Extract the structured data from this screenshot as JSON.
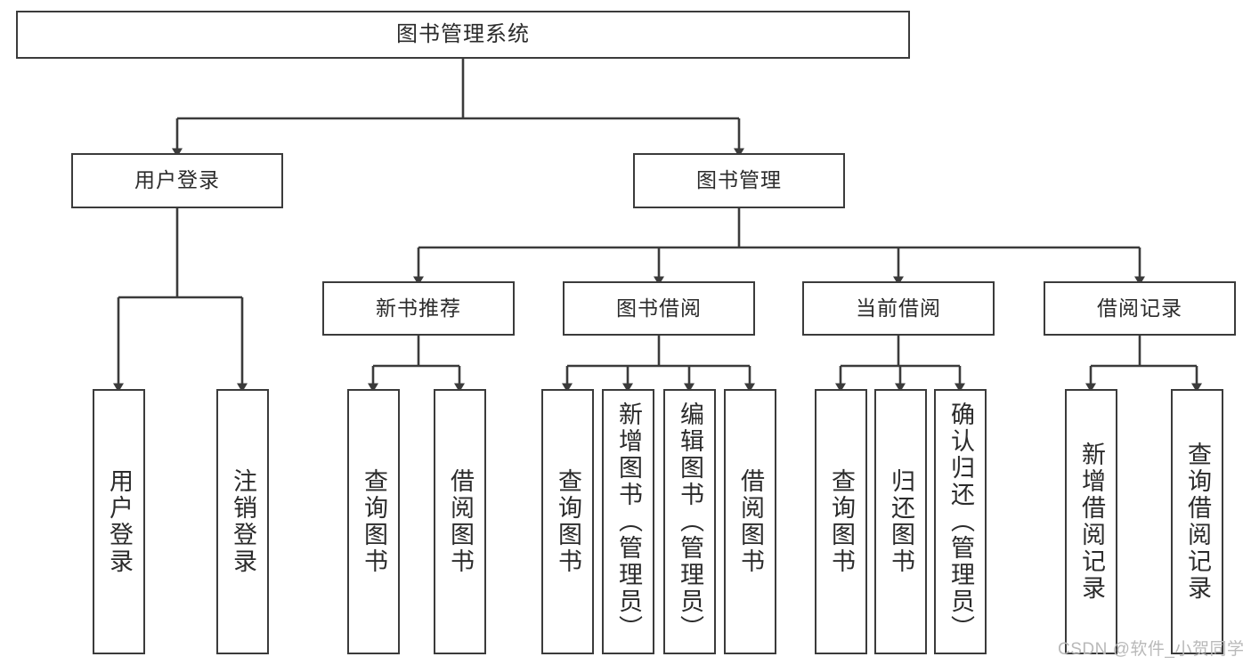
{
  "diagram": {
    "title": "图书管理系统",
    "type": "tree-hierarchy",
    "watermark": "CSDN @软件_小贺同学",
    "colors": {
      "box_border": "#3b3b3b",
      "box_fill": "#ffffff",
      "text": "#2b2b2b",
      "connector": "#3b3b3b",
      "watermark": "#b9b9b9",
      "background": "#ffffff"
    },
    "nodes": {
      "root": {
        "label": "图书管理系统"
      },
      "level1": [
        {
          "id": "user-login",
          "label": "用户登录"
        },
        {
          "id": "book-manage",
          "label": "图书管理"
        }
      ],
      "level2": [
        {
          "id": "new-book-recommend",
          "label": "新书推荐"
        },
        {
          "id": "book-borrow",
          "label": "图书借阅"
        },
        {
          "id": "current-borrow",
          "label": "当前借阅"
        },
        {
          "id": "borrow-record",
          "label": "借阅记录"
        }
      ],
      "leaves": {
        "user_login": [
          {
            "id": "leaf-user-login",
            "label": "用户登录"
          },
          {
            "id": "leaf-logout-login",
            "label": "注销登录"
          }
        ],
        "new_book_recommend": [
          {
            "id": "leaf-query-book-1",
            "label": "查询图书"
          },
          {
            "id": "leaf-borrow-book-1",
            "label": "借阅图书"
          }
        ],
        "book_borrow": [
          {
            "id": "leaf-query-book-2",
            "label": "查询图书"
          },
          {
            "id": "leaf-add-book",
            "label": "新增图书（管理员）"
          },
          {
            "id": "leaf-edit-book",
            "label": "编辑图书（管理员）"
          },
          {
            "id": "leaf-borrow-book-2",
            "label": "借阅图书"
          }
        ],
        "current_borrow": [
          {
            "id": "leaf-query-book-3",
            "label": "查询图书"
          },
          {
            "id": "leaf-return-book",
            "label": "归还图书"
          },
          {
            "id": "leaf-confirm-return",
            "label": "确认归还（管理员）"
          }
        ],
        "borrow_record": [
          {
            "id": "leaf-add-record",
            "label": "新增借阅记录"
          },
          {
            "id": "leaf-query-record",
            "label": "查询借阅记录"
          }
        ]
      }
    }
  }
}
